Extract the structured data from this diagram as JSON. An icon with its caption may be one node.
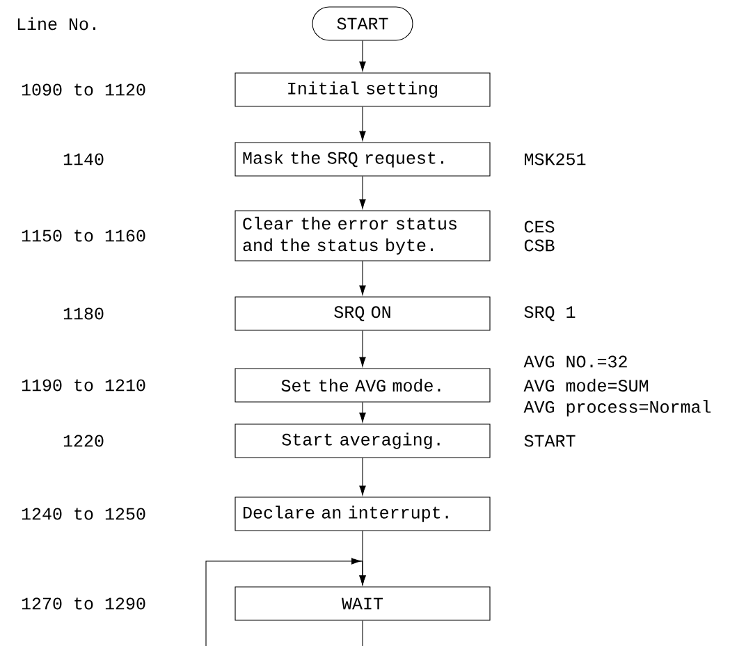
{
  "diagram": {
    "nodes": [
      {
        "text": [
          "START"
        ]
      },
      {
        "text": [
          "Initial setting"
        ]
      },
      {
        "text": [
          "Mask the SRQ request."
        ]
      },
      {
        "text": [
          "Clear the error status and the status byte."
        ]
      },
      {
        "text": [
          "SRQ ON"
        ]
      },
      {
        "text": [
          "Set the AVG mode."
        ]
      },
      {
        "text": [
          "Start averaging."
        ]
      },
      {
        "text": [
          "Declare an interrupt."
        ]
      },
      {
        "text": [
          "WAIT"
        ]
      }
    ],
    "edges": [
      {
        "from": 0,
        "to": 1,
        "arrow": "to"
      },
      {
        "from": 1,
        "to": 2,
        "arrow": "to"
      },
      {
        "from": 2,
        "to": 3,
        "arrow": "to"
      },
      {
        "from": 3,
        "to": 4,
        "arrow": "to"
      },
      {
        "from": 4,
        "to": 5,
        "arrow": "to"
      },
      {
        "from": 5,
        "to": 6,
        "arrow": "to"
      },
      {
        "from": 6,
        "to": 7,
        "arrow": "to"
      },
      {
        "from": 7,
        "to": 8,
        "arrow": "to"
      },
      {
        "from": null,
        "to": 8,
        "arrow": "to"
      },
      {
        "from": 8,
        "to": null,
        "arrow": "none"
      }
    ],
    "labels": [
      "Line No.",
      "1090 to 1120",
      "1140",
      "MSK251",
      "1150 to 1160",
      "CES",
      "CSB",
      "1180",
      "SRQ 1",
      "AVG NO.=32",
      "1190 to 1210",
      "AVG mode=SUM",
      "AVG process=Normal",
      "1220",
      "START",
      "1240 to 1250",
      "1270 to 1290"
    ]
  }
}
